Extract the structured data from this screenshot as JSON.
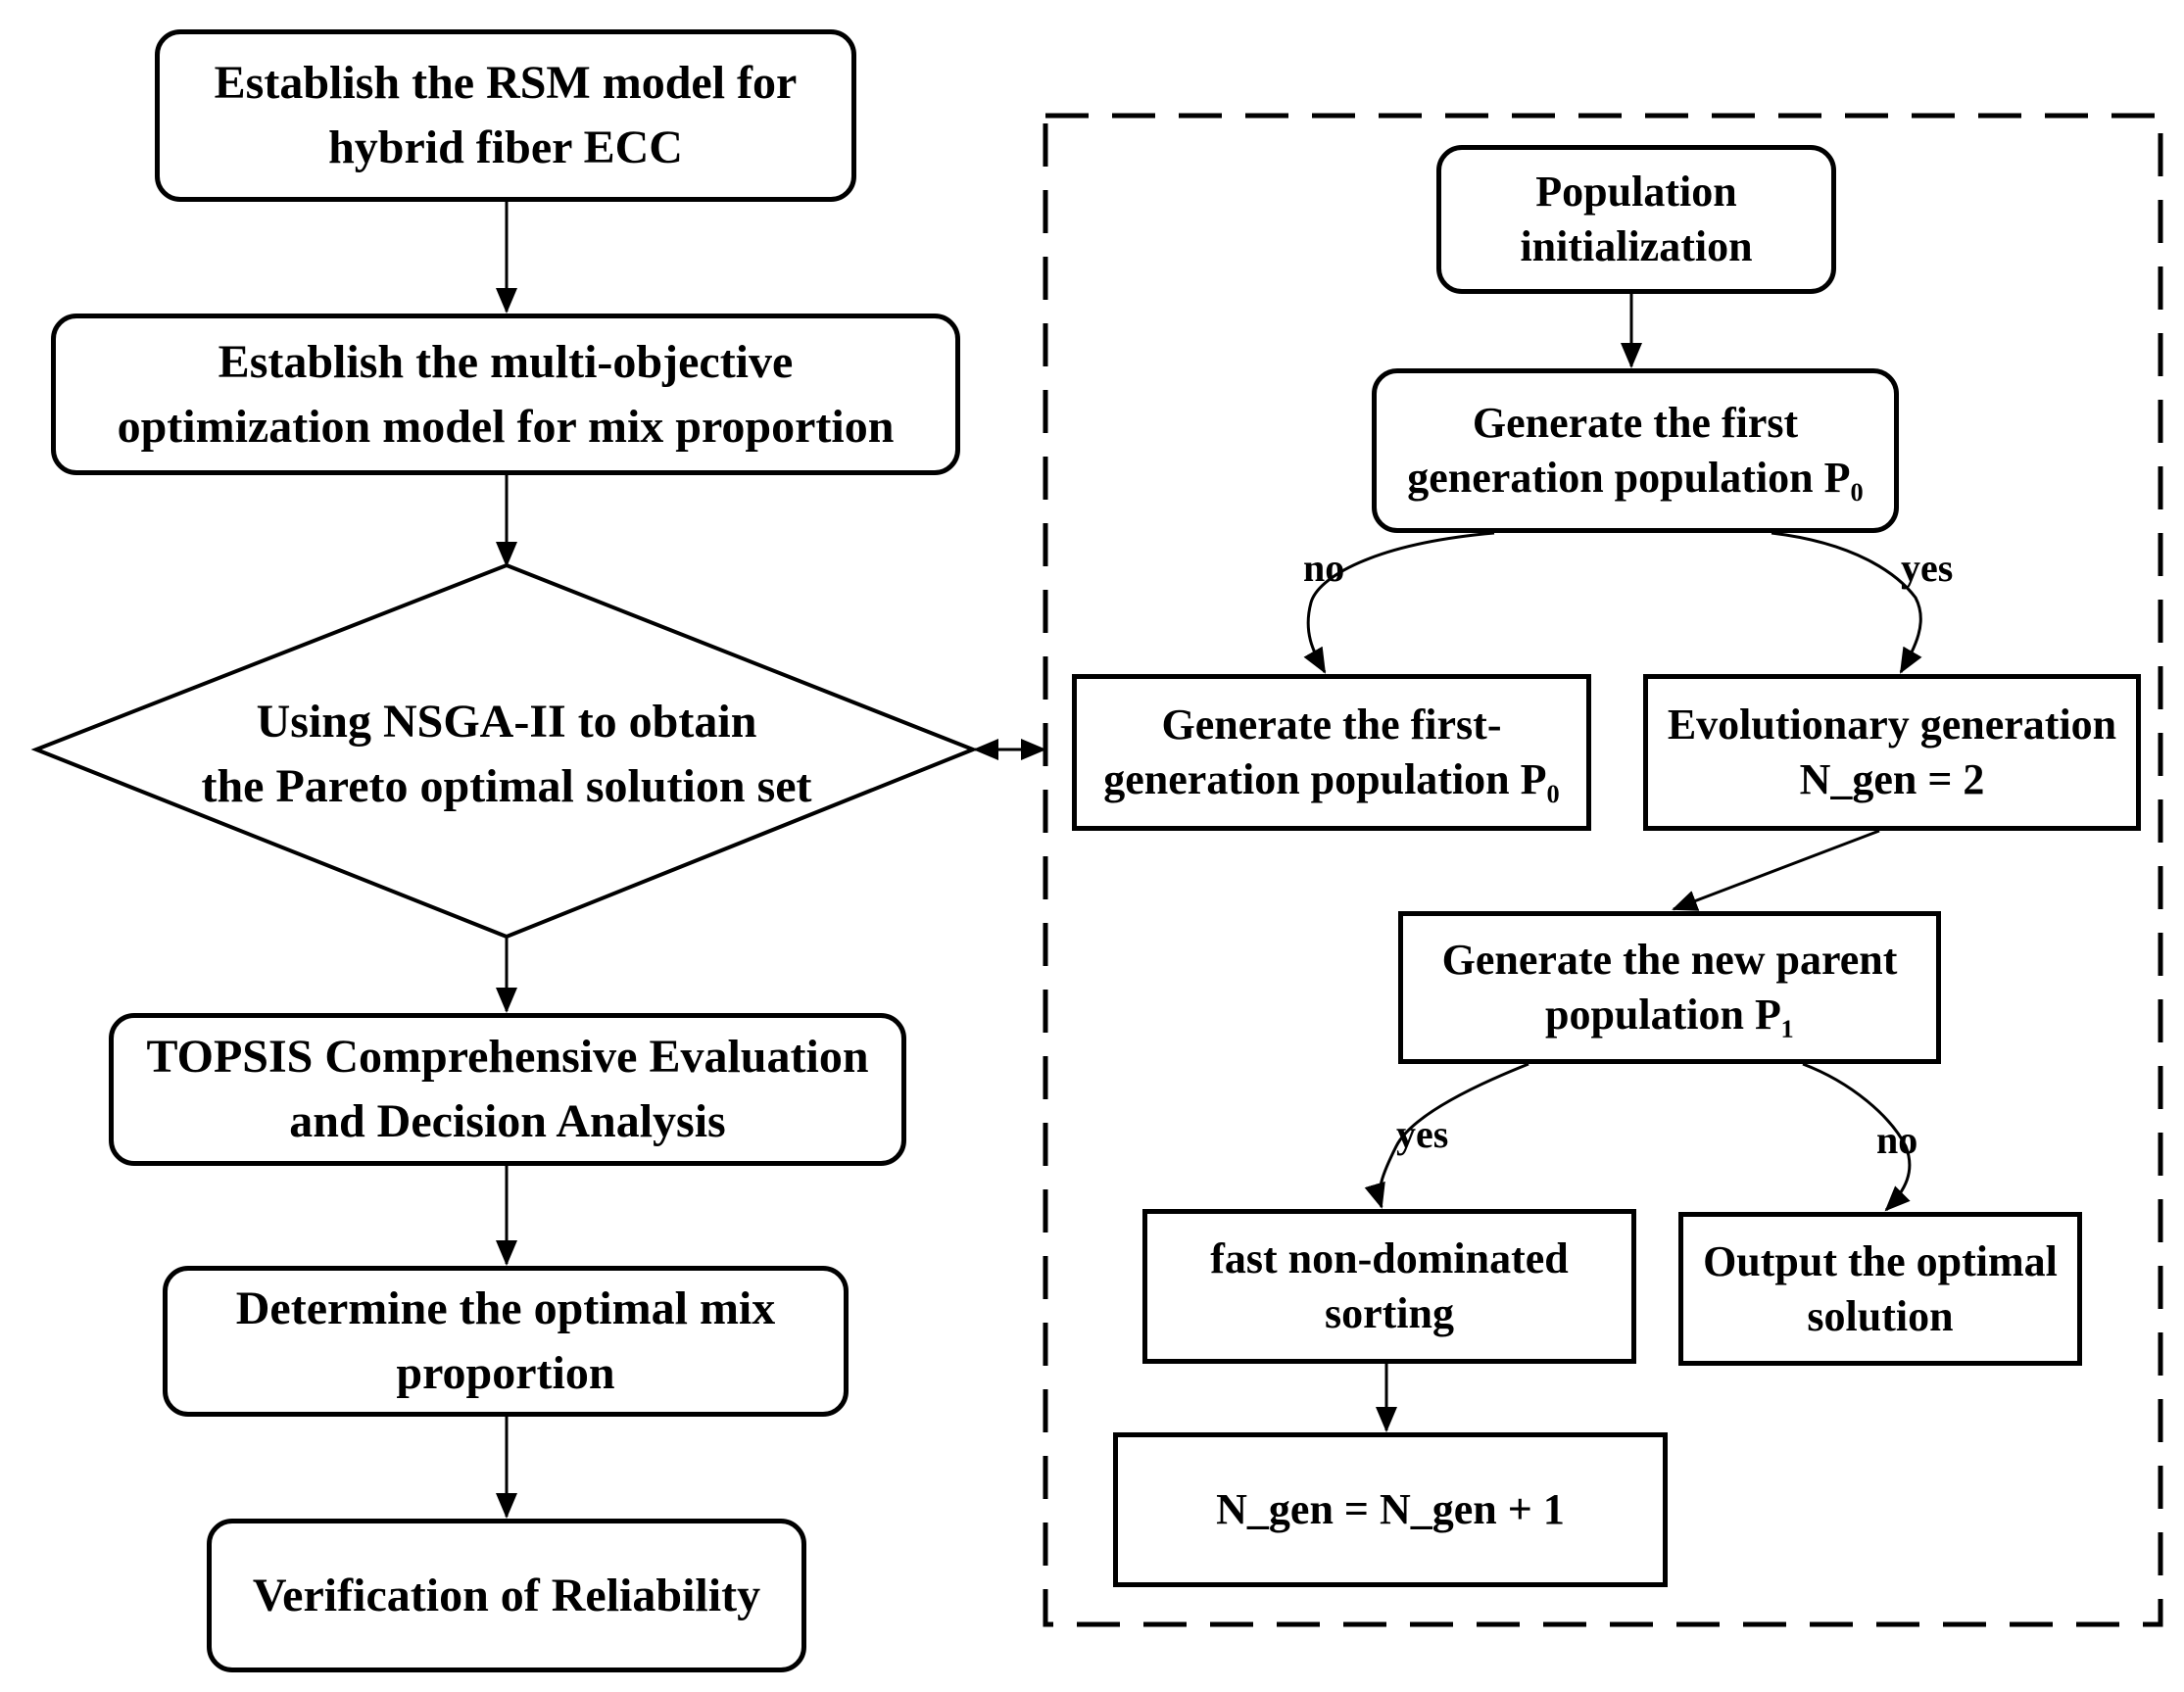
{
  "left_flow": {
    "rsm_model": "Establish the RSM model for\nhybrid fiber ECC",
    "multi_objective_model": "Establish the multi-objective\noptimization model for mix proportion",
    "nsga_decision": "Using NSGA-II to obtain\nthe Pareto optimal solution set",
    "topsis": "TOPSIS Comprehensive Evaluation\nand Decision Analysis",
    "optimal_mix": "Determine the optimal mix\nproportion",
    "verification": "Verification of Reliability"
  },
  "right_flow": {
    "population_init": "Population\ninitialization",
    "first_generation": "Generate the first\ngeneration population P₀",
    "first_generation_hyphen": "Generate the first-\ngeneration population P₀",
    "evolutionary_generation": "Evolutionary generation\nN_gen = 2",
    "new_parent": "Generate the new parent\npopulation P₁",
    "fast_sorting": "fast non-dominated\nsorting",
    "output_optimal": "Output the optimal\nsolution",
    "increment": "N_gen = N_gen + 1"
  },
  "edge_labels": {
    "branch1_no": "no",
    "branch1_yes": "yes",
    "branch2_yes": "yes",
    "branch2_no": "no"
  }
}
